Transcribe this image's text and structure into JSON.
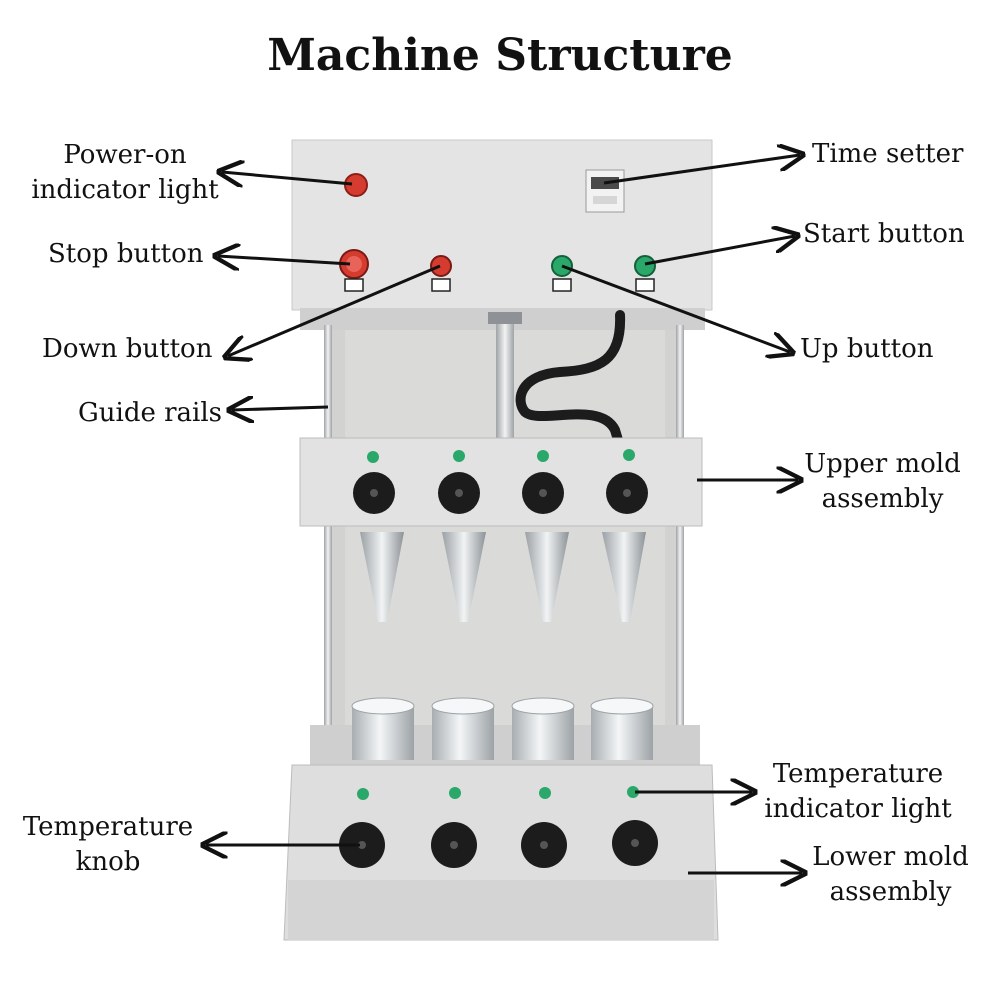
{
  "title": "Machine Structure",
  "labels": {
    "power_on": [
      "Power-on",
      "indicator light"
    ],
    "stop": "Stop button",
    "down": "Down button",
    "guide": "Guide rails",
    "time_setter": "Time setter",
    "start": "Start button",
    "up": "Up button",
    "upper_mold": [
      "Upper mold",
      "assembly"
    ],
    "temp_indicator": [
      "Temperature",
      "indicator light"
    ],
    "temp_knob": [
      "Temperature",
      "knob"
    ],
    "lower_mold": [
      "Lower mold",
      "assembly"
    ]
  },
  "colors": {
    "body": "#dcdcdc",
    "panel": "#e6e6e6",
    "red_button": "#d63b2f",
    "green_button": "#2aa86a",
    "knob": "#1c1c1c",
    "steel": "#cfd3d6"
  }
}
